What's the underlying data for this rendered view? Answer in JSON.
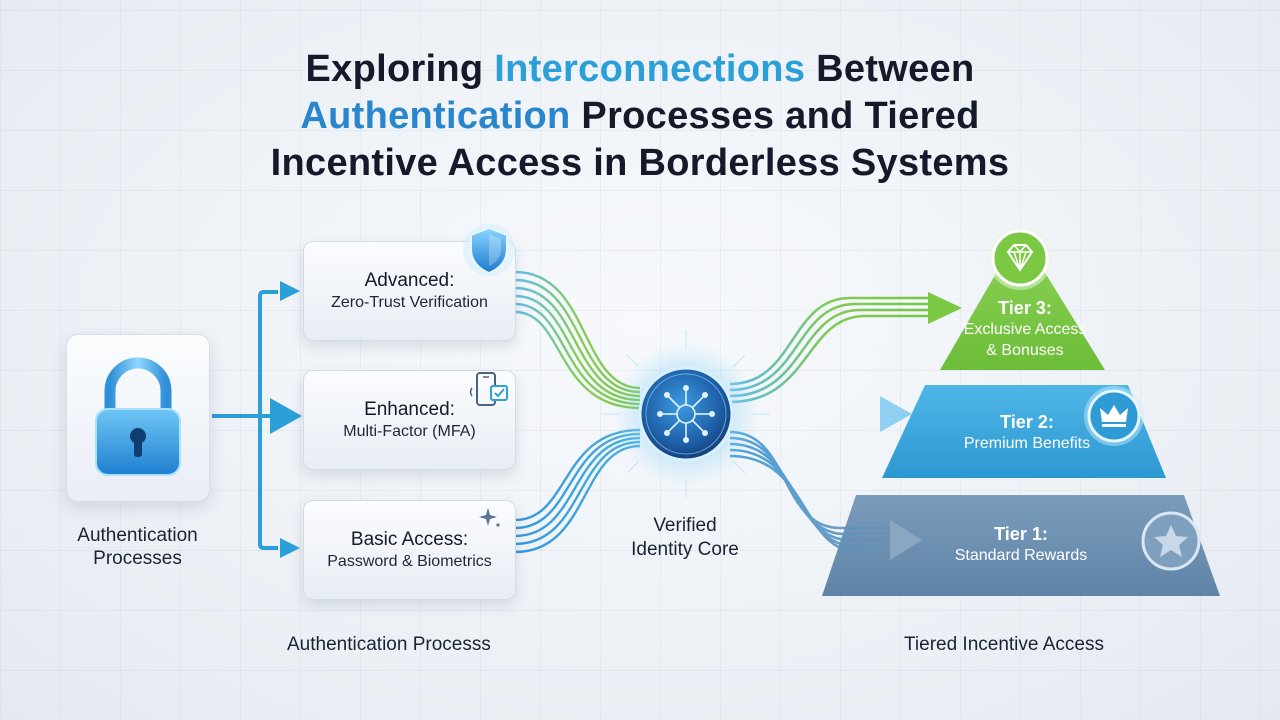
{
  "title": {
    "segments": [
      {
        "text": "Exploring ",
        "style": "plain"
      },
      {
        "text": "Interconnections",
        "style": "t1"
      },
      {
        "text": " Between",
        "style": "plain"
      },
      {
        "br": true
      },
      {
        "text": "Authentication",
        "style": "t3"
      },
      {
        "text": " Processes and Tiered",
        "style": "plain"
      },
      {
        "br": true
      },
      {
        "text": "Incentive Access in Borderless Systems",
        "style": "plain"
      }
    ]
  },
  "left": {
    "label_line1": "Authentication",
    "label_line2": "Processes",
    "icon": "padlock-icon"
  },
  "auth_cards": [
    {
      "title": "Advanced:",
      "subtitle": "Zero-Trust Verification",
      "icon": "shield-icon"
    },
    {
      "title": "Enhanced:",
      "subtitle": "Multi-Factor (MFA)",
      "icon": "phone-check-icon"
    },
    {
      "title": "Basic Access:",
      "subtitle": "Password & Biometrics",
      "icon": "sparkle-icon"
    }
  ],
  "hub": {
    "label_line1": "Verified",
    "label_line2": "Identity Core",
    "icon": "network-hub-icon"
  },
  "tiers": [
    {
      "name": "Tier 3:",
      "desc_line1": "Exclusive Access",
      "desc_line2": "& Bonuses",
      "icon": "diamond-icon",
      "color": "#7bc843"
    },
    {
      "name": "Tier 2:",
      "desc_line1": "Premium Benefits",
      "desc_line2": "",
      "icon": "crown-icon",
      "color": "#36a6dc"
    },
    {
      "name": "Tier 1:",
      "desc_line1": "Standard Rewards",
      "desc_line2": "",
      "icon": "star-icon",
      "color": "#6f92b3"
    }
  ],
  "bottom_labels": {
    "left": "Authentication Processs",
    "right": "Tiered Incentive Access"
  },
  "colors": {
    "green": "#7bc843",
    "blue": "#2b9fd8",
    "slate": "#6f92b3",
    "dark_text": "#141a2a"
  }
}
